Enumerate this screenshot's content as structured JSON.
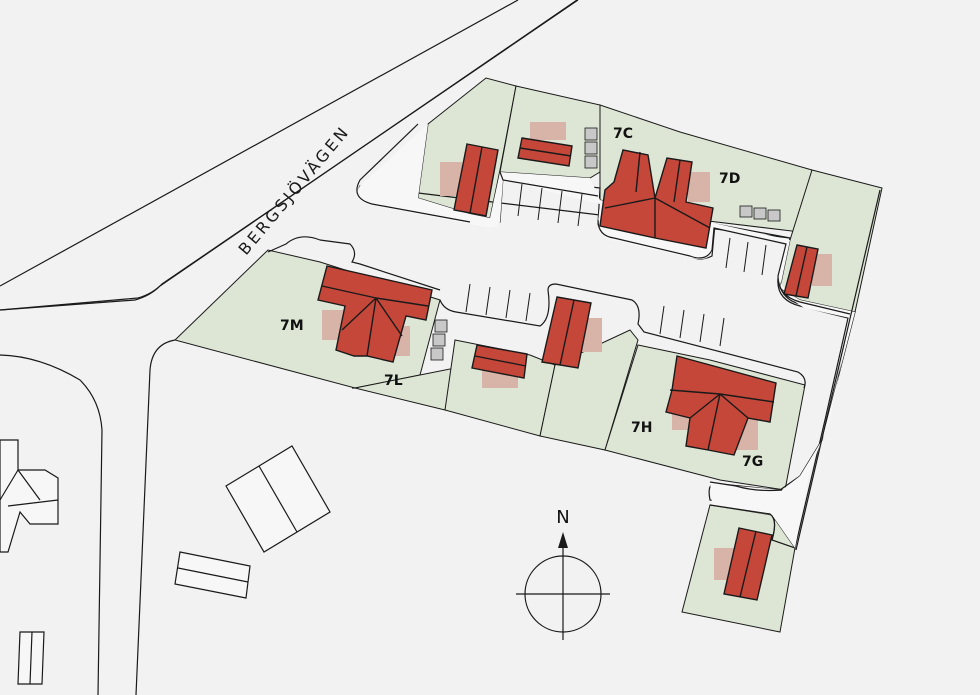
{
  "map": {
    "road_name": "BERGSJÖVÄGEN",
    "north_label": "N",
    "lot_labels": [
      "7C",
      "7D",
      "7M",
      "7L",
      "7H",
      "7G"
    ]
  },
  "colors": {
    "background": "#f2f2f2",
    "parcel": "#dde6d5",
    "house": "#c4473a",
    "house_shadow": "#d8b3a8",
    "parking_box": "#c8c8c8",
    "line": "#1a1a1a",
    "road": "#f7f7f7"
  }
}
